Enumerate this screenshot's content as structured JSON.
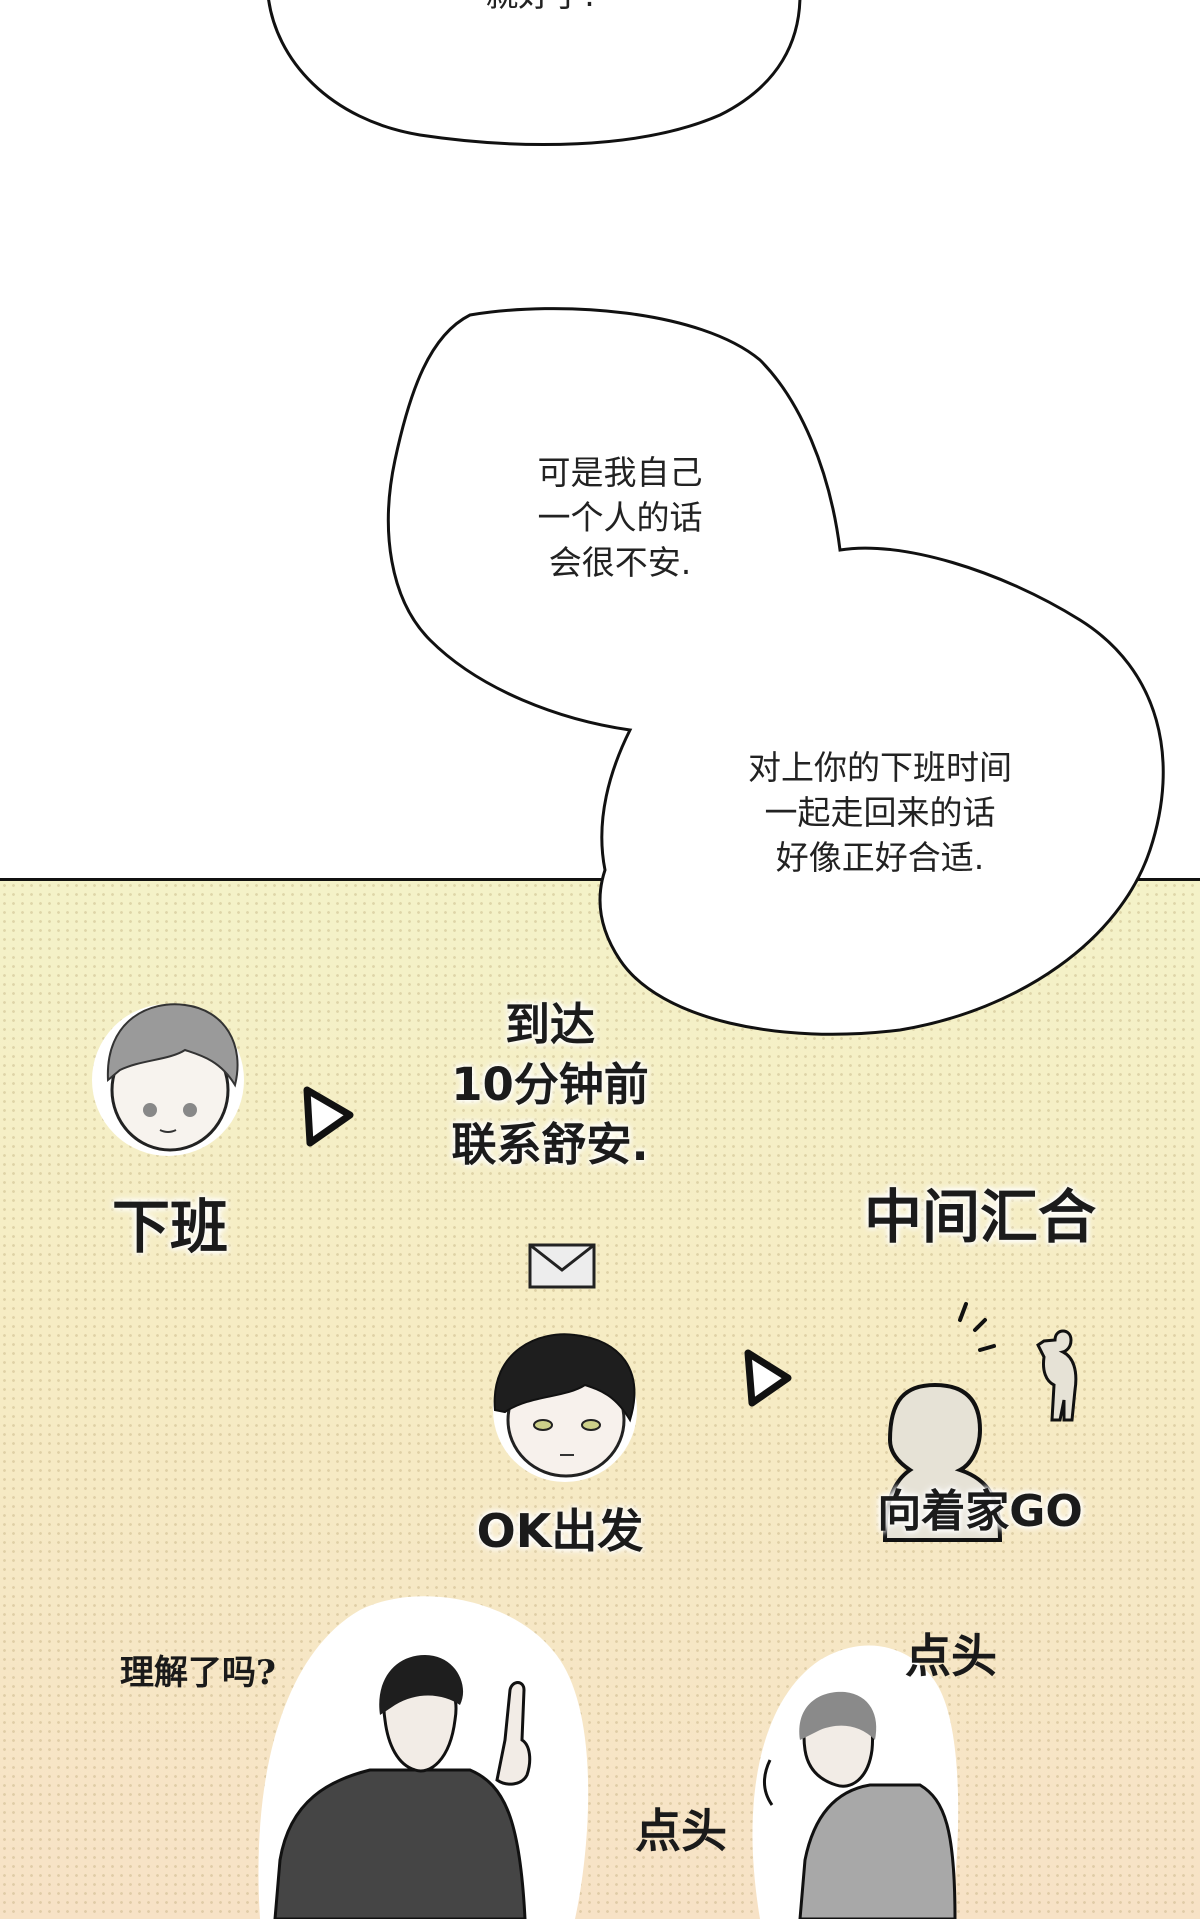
{
  "bubble_top": {
    "text": "就好了."
  },
  "bubble_middle": {
    "lines": [
      "可是我自己",
      "一个人的话",
      "会很不安."
    ]
  },
  "bubble_lower": {
    "lines": [
      "对上你的下班时间",
      "一起走回来的话",
      "好像正好合适."
    ]
  },
  "plan": {
    "step1_label": "下班",
    "step2_lines": [
      "到达",
      "10分钟前",
      "联系舒安."
    ],
    "step3_label": "OK出发",
    "step4_label": "中间汇合",
    "step5_label": "向着家GO"
  },
  "dialogue": {
    "question": "理解了吗?",
    "nod_1": "点头",
    "nod_2": "点头"
  },
  "colors": {
    "panel_top": "#f4f2c8",
    "panel_bottom": "#f7e2c6",
    "line": "#111111"
  }
}
